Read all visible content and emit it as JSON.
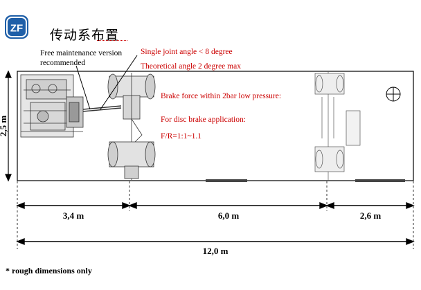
{
  "header": {
    "logo_text": "ZF",
    "title": "传动系布置"
  },
  "annotations": {
    "maintenance_note": [
      "Free maintenance version",
      "recommended"
    ],
    "joint_angle": "Single joint angle < 8 degree",
    "theoretical_angle": "Theoretical angle 2 degree max",
    "brake_force": "Brake force within 2bar low pressure:",
    "disc_brake": "For disc brake application:",
    "ratio": "F/R=1:1~1.1"
  },
  "dimensions": {
    "height": "2,5 m",
    "front_section": "3,4 m",
    "mid_section": "6,0 m",
    "rear_section": "2,6 m",
    "total_length": "12,0 m"
  },
  "footnote": "* rough dimensions only",
  "colors": {
    "annotation_red": "#cc0000",
    "logo_blue": "#1f5fa8"
  }
}
